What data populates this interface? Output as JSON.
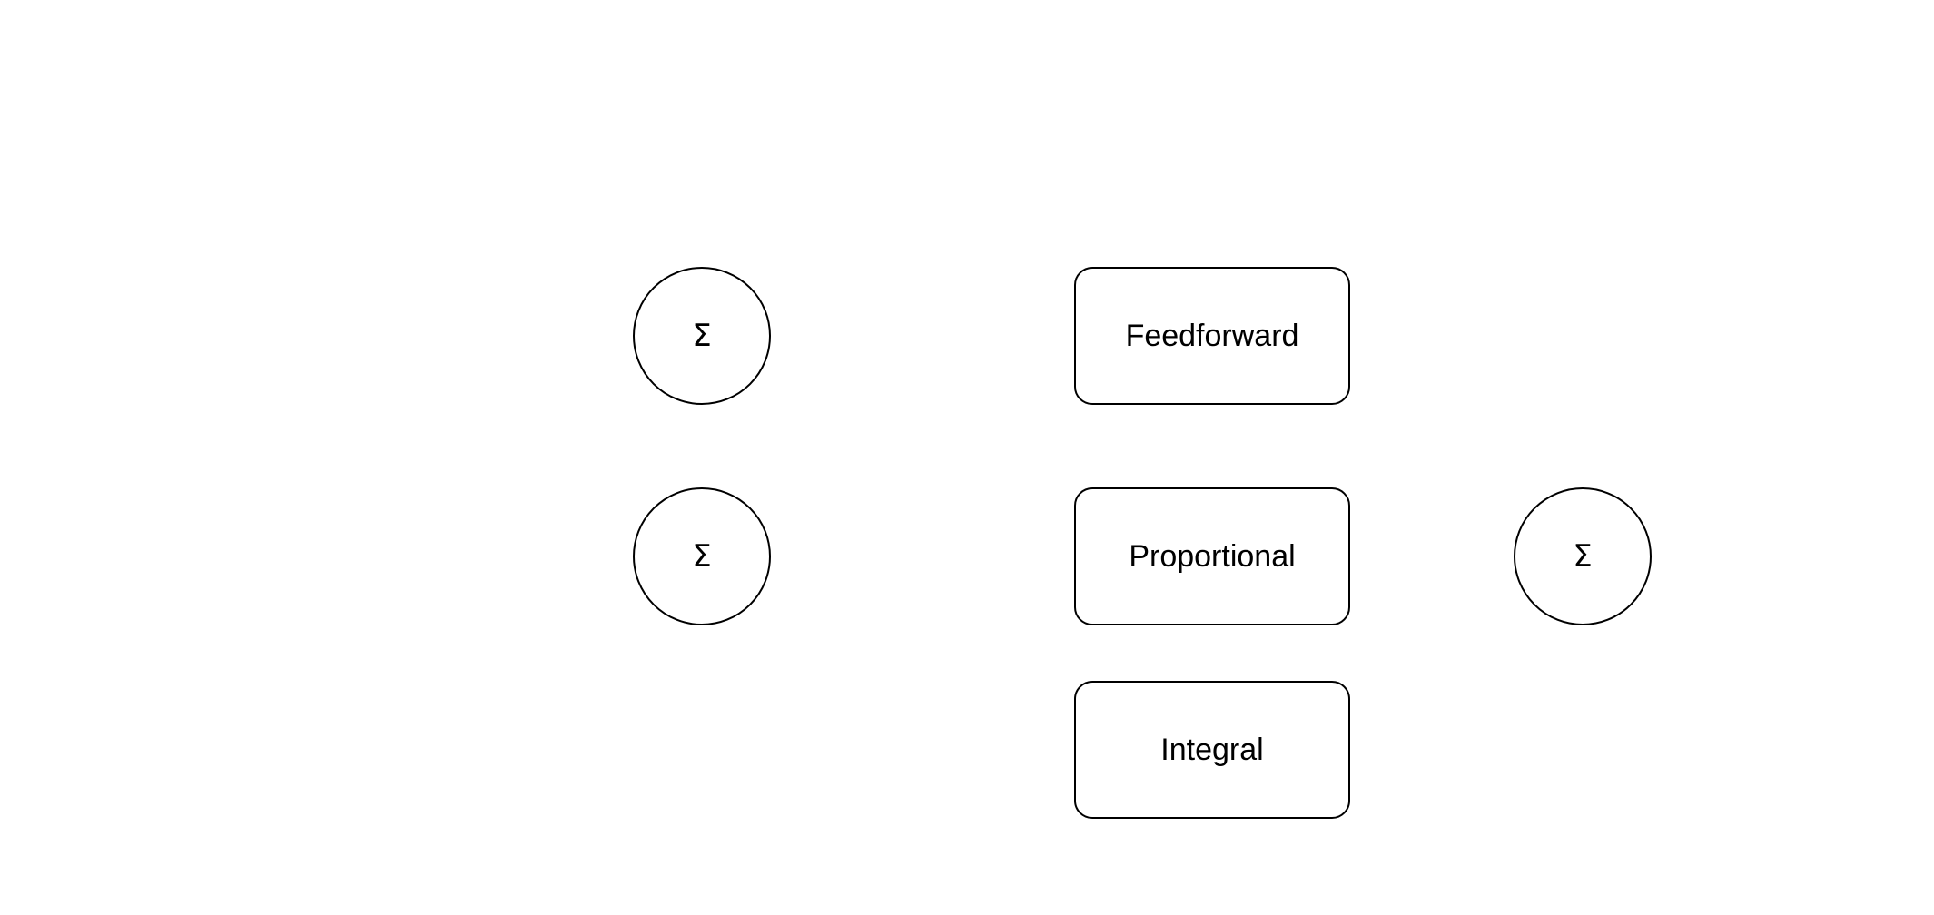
{
  "summing_junctions": [
    {
      "id": "sum-top",
      "symbol": "Σ"
    },
    {
      "id": "sum-mid",
      "symbol": "Σ"
    },
    {
      "id": "sum-out",
      "symbol": "Σ"
    }
  ],
  "blocks": [
    {
      "id": "feedforward",
      "label": "Feedforward"
    },
    {
      "id": "proportional",
      "label": "Proportional"
    },
    {
      "id": "integral",
      "label": "Integral"
    }
  ],
  "colors": {
    "background": "#ffffff",
    "stroke": "#000000",
    "text": "#000000"
  }
}
